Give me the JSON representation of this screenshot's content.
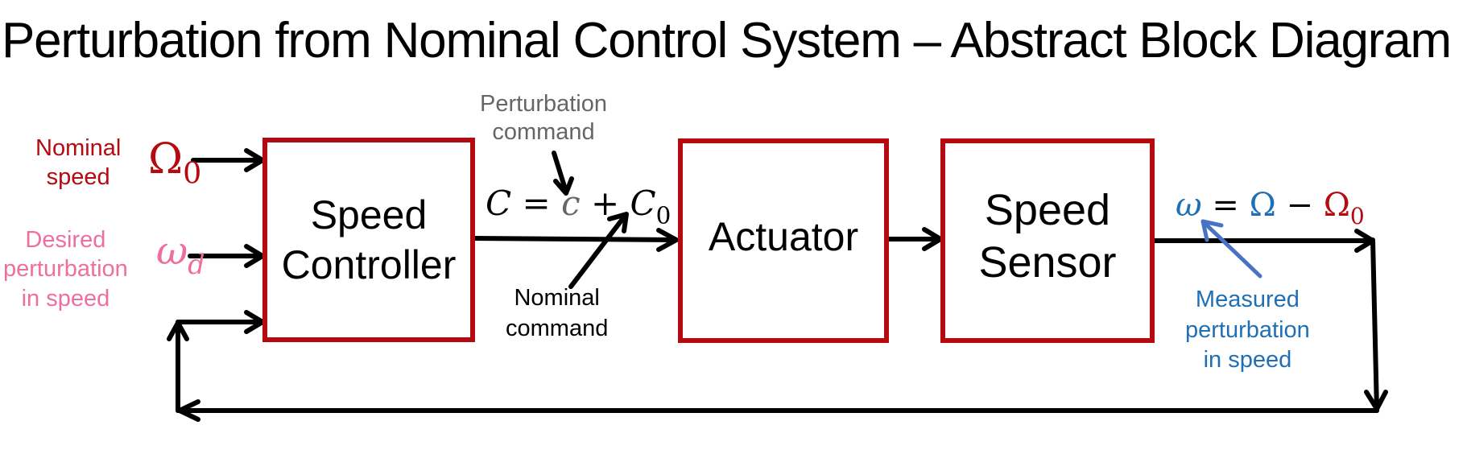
{
  "title": "Perturbation from Nominal Control System  – Abstract Block Diagram",
  "colors": {
    "block_border": "#b50a0f",
    "nominal_red": "#b50a0f",
    "desired_pink": "#ec6fa0",
    "perturbation_gray": "#666666",
    "measured_blue": "#1f6fb5",
    "arrow_blue": "#4a72c4",
    "wire": "#000000"
  },
  "blocks": {
    "speed_controller": {
      "line1": "Speed",
      "line2": "Controller"
    },
    "actuator": {
      "line1": "Actuator"
    },
    "speed_sensor": {
      "line1": "Speed",
      "line2": "Sensor"
    }
  },
  "inputs": {
    "nominal_speed": {
      "line1": "Nominal",
      "line2": "speed",
      "symbol": "Ω",
      "subscript": "0"
    },
    "desired_perturbation": {
      "line1": "Desired",
      "line2": "perturbation",
      "line3": "in speed",
      "symbol": "ω",
      "subscript": "d"
    }
  },
  "command_equation": {
    "lhs": "C",
    "equals": "=",
    "pert": "c",
    "plus": "+",
    "nominal": "C",
    "nominal_sub": "0"
  },
  "annotations": {
    "perturbation_command": {
      "line1": "Perturbation",
      "line2": "command"
    },
    "nominal_command": {
      "line1": "Nominal",
      "line2": "command"
    },
    "measured_perturbation": {
      "line1": "Measured",
      "line2": "perturbation",
      "line3": "in speed"
    }
  },
  "output_equation": {
    "lhs": "ω",
    "equals": "=",
    "omega": "Ω",
    "minus": "−",
    "nominal": "Ω",
    "nominal_sub": "0"
  }
}
